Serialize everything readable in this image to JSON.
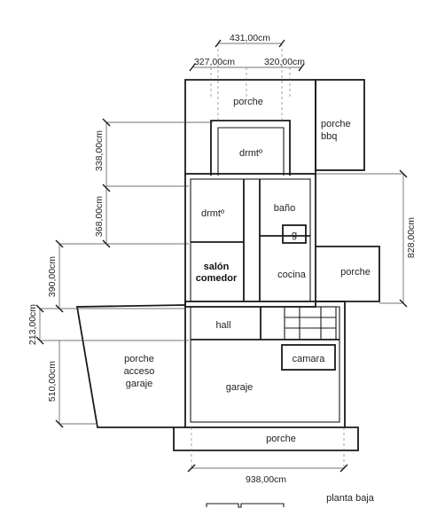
{
  "rooms": {
    "porche_top": "porche",
    "porche_bbq_1": "porche",
    "porche_bbq_2": "bbq",
    "dormitorio_1": "drmtº",
    "dormitorio_2": "drmtº",
    "bano": "baño",
    "g": "g",
    "salon": "salón",
    "comedor": "comedor",
    "cocina": "cocina",
    "porche_right": "porche",
    "hall": "hall",
    "porche_acceso_1": "porche",
    "porche_acceso_2": "acceso",
    "porche_acceso_3": "garaje",
    "camara": "camara",
    "garaje": "garaje",
    "porche_bottom": "porche"
  },
  "dimensions": {
    "top_total": "431,00cm",
    "top_left": "327,00cm",
    "top_right": "320,00cm",
    "left_1": "338,00cm",
    "left_2": "368,00cm",
    "left_3": "390,00cm",
    "left_4": "213,00cm",
    "left_5": "510,00cm",
    "right_total": "828,00cm",
    "bottom_total": "938,00cm"
  },
  "caption": "planta baja"
}
